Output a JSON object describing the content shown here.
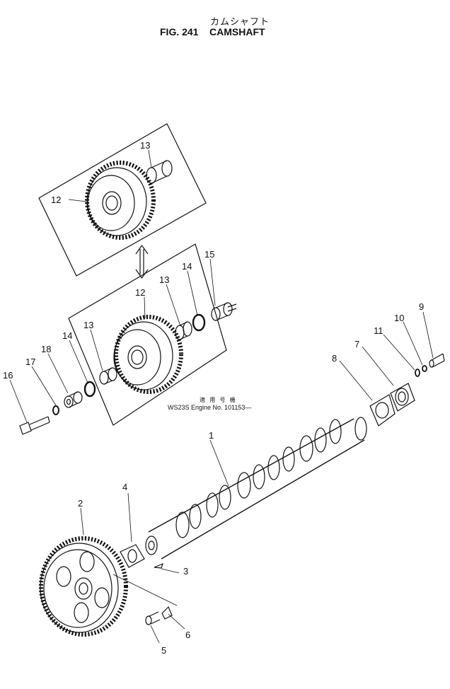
{
  "header": {
    "title_jp": "カムシャフト",
    "fig_label": "FIG. 241",
    "title_en": "CAMSHAFT"
  },
  "note": {
    "line1": "適 用 号 機",
    "line2": "WS23S  Engine No. 101153—"
  },
  "callouts": [
    {
      "id": "c1",
      "text": "1"
    },
    {
      "id": "c2",
      "text": "2"
    },
    {
      "id": "c3",
      "text": "3"
    },
    {
      "id": "c4",
      "text": "4"
    },
    {
      "id": "c5",
      "text": "5"
    },
    {
      "id": "c6",
      "text": "6"
    },
    {
      "id": "c7",
      "text": "7"
    },
    {
      "id": "c8",
      "text": "8"
    },
    {
      "id": "c9",
      "text": "9"
    },
    {
      "id": "c10",
      "text": "10"
    },
    {
      "id": "c11",
      "text": "11"
    },
    {
      "id": "c12a",
      "text": "12"
    },
    {
      "id": "c13a",
      "text": "13"
    },
    {
      "id": "c12b",
      "text": "12"
    },
    {
      "id": "c13b",
      "text": "13"
    },
    {
      "id": "c13c",
      "text": "13"
    },
    {
      "id": "c14a",
      "text": "14"
    },
    {
      "id": "c14b",
      "text": "14"
    },
    {
      "id": "c15",
      "text": "15"
    },
    {
      "id": "c16",
      "text": "16"
    },
    {
      "id": "c17",
      "text": "17"
    },
    {
      "id": "c18",
      "text": "18"
    }
  ]
}
